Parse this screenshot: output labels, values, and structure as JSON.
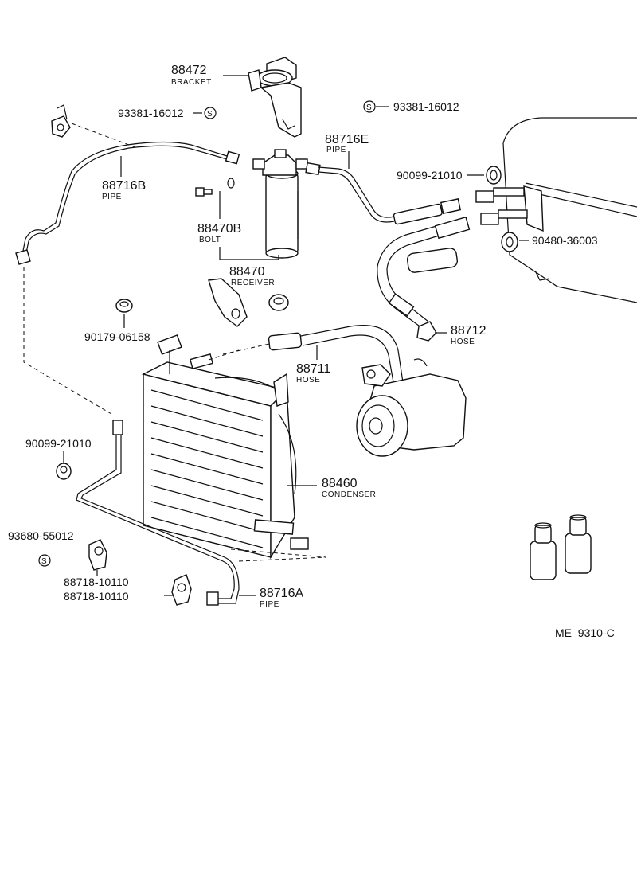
{
  "labels": {
    "bracket": {
      "num": "88472",
      "name": "BRACKET"
    },
    "bolt_s_left": {
      "num": "93381-16012",
      "symbol": "S"
    },
    "bolt_s_right": {
      "num": "93381-16012",
      "symbol": "S"
    },
    "pipe_e": {
      "num": "88716E",
      "name": "PIPE"
    },
    "pipe_b": {
      "num": "88716B",
      "name": "PIPE"
    },
    "bolt": {
      "num": "88470B",
      "name": "BOLT"
    },
    "receiver": {
      "num": "88470",
      "name": "RECEIVER"
    },
    "oring_1": {
      "num": "90099-21010"
    },
    "oring_2": {
      "num": "90480-36003"
    },
    "cushion": {
      "num": "90179-06158"
    },
    "hose_12": {
      "num": "88712",
      "name": "HOSE"
    },
    "hose_11": {
      "num": "88711",
      "name": "HOSE"
    },
    "oring_3": {
      "num": "90099-21010"
    },
    "condenser": {
      "num": "88460",
      "name": "CONDENSER"
    },
    "screw": {
      "num": "93680-55012",
      "symbol": "S"
    },
    "clamp_1": {
      "num": "88718-10110"
    },
    "clamp_2": {
      "num": "88718-10110"
    },
    "pipe_a": {
      "num": "88716A",
      "name": "PIPE"
    }
  },
  "footer": {
    "code": "ME  9310-C"
  }
}
